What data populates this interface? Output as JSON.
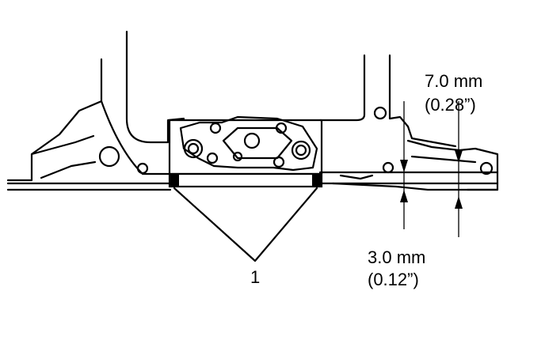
{
  "callout": {
    "number": "1"
  },
  "dimensions": {
    "upper": {
      "metric": "7.0 mm",
      "imperial": "(0.28”)"
    },
    "lower": {
      "metric": "3.0 mm",
      "imperial": "(0.12”)"
    }
  }
}
